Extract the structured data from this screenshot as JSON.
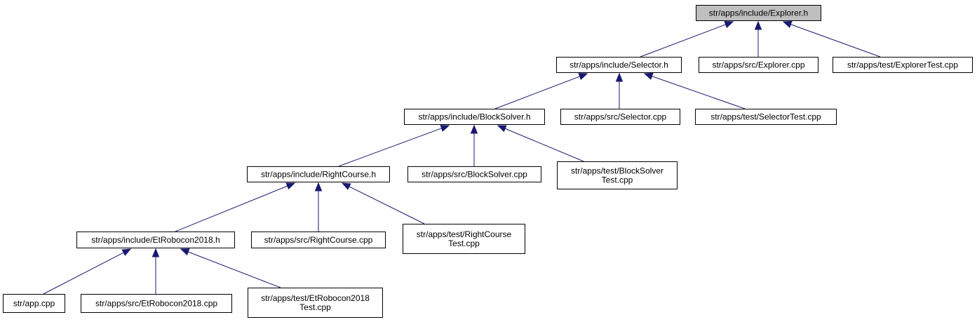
{
  "graph": {
    "highlight_color": "#bfbfbf",
    "edge_color": "#191970",
    "nodes": [
      {
        "id": "explorer_h",
        "lines": [
          "str/apps/include/Explorer.h"
        ],
        "highlight": true
      },
      {
        "id": "selector_h",
        "lines": [
          "str/apps/include/Selector.h"
        ],
        "highlight": false
      },
      {
        "id": "explorer_cpp",
        "lines": [
          "str/apps/src/Explorer.cpp"
        ],
        "highlight": false
      },
      {
        "id": "explorertest_cpp",
        "lines": [
          "str/apps/test/ExplorerTest.cpp"
        ],
        "highlight": false
      },
      {
        "id": "blocksolver_h",
        "lines": [
          "str/apps/include/BlockSolver.h"
        ],
        "highlight": false
      },
      {
        "id": "selector_cpp",
        "lines": [
          "str/apps/src/Selector.cpp"
        ],
        "highlight": false
      },
      {
        "id": "selectortest_cpp",
        "lines": [
          "str/apps/test/SelectorTest.cpp"
        ],
        "highlight": false
      },
      {
        "id": "rightcourse_h",
        "lines": [
          "str/apps/include/RightCourse.h"
        ],
        "highlight": false
      },
      {
        "id": "blocksolver_cpp",
        "lines": [
          "str/apps/src/BlockSolver.cpp"
        ],
        "highlight": false
      },
      {
        "id": "blocksolvertest_cpp",
        "lines": [
          "str/apps/test/BlockSolver",
          "Test.cpp"
        ],
        "highlight": false
      },
      {
        "id": "etrobocon2018_h",
        "lines": [
          "str/apps/include/EtRobocon2018.h"
        ],
        "highlight": false
      },
      {
        "id": "rightcourse_cpp",
        "lines": [
          "str/apps/src/RightCourse.cpp"
        ],
        "highlight": false
      },
      {
        "id": "rightcoursetest_cpp",
        "lines": [
          "str/apps/test/RightCourse",
          "Test.cpp"
        ],
        "highlight": false
      },
      {
        "id": "app_cpp",
        "lines": [
          "str/app.cpp"
        ],
        "highlight": false
      },
      {
        "id": "etrobocon2018_cpp",
        "lines": [
          "str/apps/src/EtRobocon2018.cpp"
        ],
        "highlight": false
      },
      {
        "id": "etrobocon2018test_cpp",
        "lines": [
          "str/apps/test/EtRobocon2018",
          "Test.cpp"
        ],
        "highlight": false
      }
    ],
    "edges": [
      {
        "from": "selector_h",
        "to": "explorer_h"
      },
      {
        "from": "explorer_cpp",
        "to": "explorer_h"
      },
      {
        "from": "explorertest_cpp",
        "to": "explorer_h"
      },
      {
        "from": "blocksolver_h",
        "to": "selector_h"
      },
      {
        "from": "selector_cpp",
        "to": "selector_h"
      },
      {
        "from": "selectortest_cpp",
        "to": "selector_h"
      },
      {
        "from": "rightcourse_h",
        "to": "blocksolver_h"
      },
      {
        "from": "blocksolver_cpp",
        "to": "blocksolver_h"
      },
      {
        "from": "blocksolvertest_cpp",
        "to": "blocksolver_h"
      },
      {
        "from": "etrobocon2018_h",
        "to": "rightcourse_h"
      },
      {
        "from": "rightcourse_cpp",
        "to": "rightcourse_h"
      },
      {
        "from": "rightcoursetest_cpp",
        "to": "rightcourse_h"
      },
      {
        "from": "app_cpp",
        "to": "etrobocon2018_h"
      },
      {
        "from": "etrobocon2018_cpp",
        "to": "etrobocon2018_h"
      },
      {
        "from": "etrobocon2018test_cpp",
        "to": "etrobocon2018_h"
      }
    ]
  }
}
